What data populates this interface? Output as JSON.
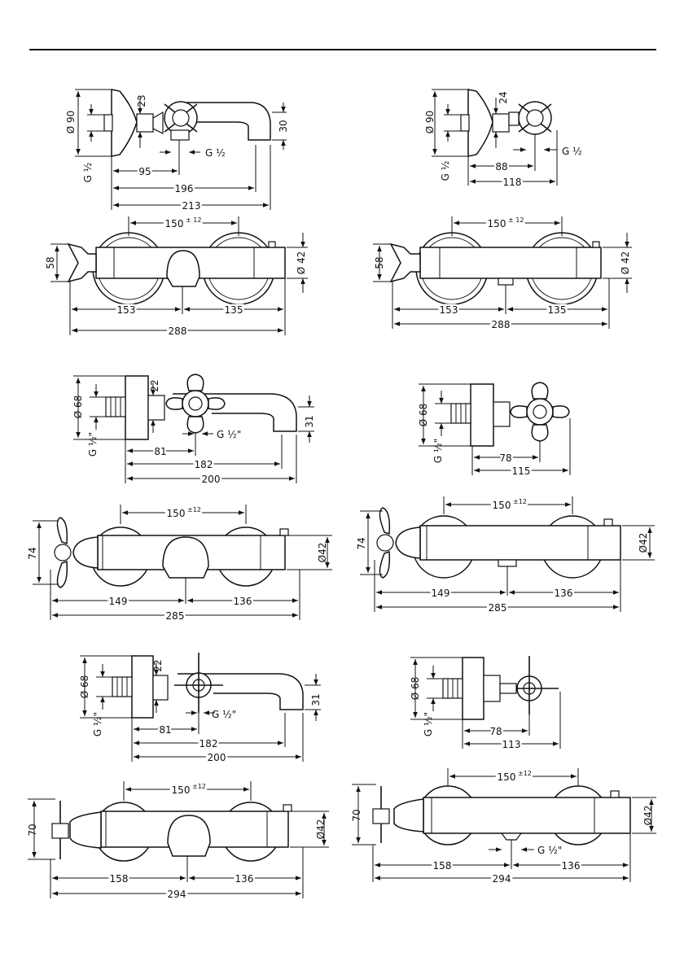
{
  "drawing": {
    "title": "",
    "views": [
      {
        "id": "a-side",
        "dims": {
          "d_flange": "Ø 90",
          "off": "23",
          "spout": "30",
          "thread": "G ½",
          "thread_left": "G ½",
          "w95": "95",
          "w196": "196",
          "w213": "213"
        }
      },
      {
        "id": "a-front",
        "dims": {
          "spacing": "150",
          "tol": "± 12",
          "height": "58",
          "dia": "Ø 42",
          "left": "153",
          "right": "135",
          "total": "288"
        }
      },
      {
        "id": "b-side",
        "dims": {
          "d_flange": "Ø 90",
          "off": "24",
          "thread": "G ½",
          "thread_left": "G ½",
          "w88": "88",
          "w118": "118"
        }
      },
      {
        "id": "b-front",
        "dims": {
          "spacing": "150",
          "tol": "± 12",
          "height": "58",
          "dia": "Ø 42",
          "left": "153",
          "right": "135",
          "total": "288"
        }
      },
      {
        "id": "c-side",
        "dims": {
          "d_flange": "Ø 68",
          "off": "22",
          "spout": "31",
          "thread": "G ½\"",
          "thread_left": "G ½\"",
          "w81": "81",
          "w182": "182",
          "w200": "200"
        }
      },
      {
        "id": "c-front",
        "dims": {
          "spacing": "150",
          "tol": "±12",
          "height": "74",
          "dia": "Ø42",
          "left": "149",
          "right": "136",
          "total": "285"
        }
      },
      {
        "id": "d-side",
        "dims": {
          "d_flange": "Ø 68",
          "thread_left": "G ½\"",
          "w78": "78",
          "w115": "115"
        }
      },
      {
        "id": "d-front",
        "dims": {
          "spacing": "150",
          "tol": "±12",
          "height": "74",
          "dia": "Ø42",
          "left": "149",
          "right": "136",
          "total": "285"
        }
      },
      {
        "id": "e-side",
        "dims": {
          "d_flange": "Ø 68",
          "off": "22",
          "spout": "31",
          "thread": "G ½\"",
          "thread_left": "G ½\"",
          "w81": "81",
          "w182": "182",
          "w200": "200"
        }
      },
      {
        "id": "e-front",
        "dims": {
          "spacing": "150",
          "tol": "±12",
          "height": "70",
          "dia": "Ø42",
          "left": "158",
          "right": "136",
          "total": "294"
        }
      },
      {
        "id": "f-side",
        "dims": {
          "d_flange": "Ø 68",
          "thread_left": "G ½\"",
          "w78": "78",
          "w113": "113"
        }
      },
      {
        "id": "f-front",
        "dims": {
          "spacing": "150",
          "tol": "±12",
          "height": "70",
          "dia": "Ø42",
          "left": "158",
          "right": "136",
          "total": "294",
          "thread": "G ½\""
        }
      }
    ]
  }
}
